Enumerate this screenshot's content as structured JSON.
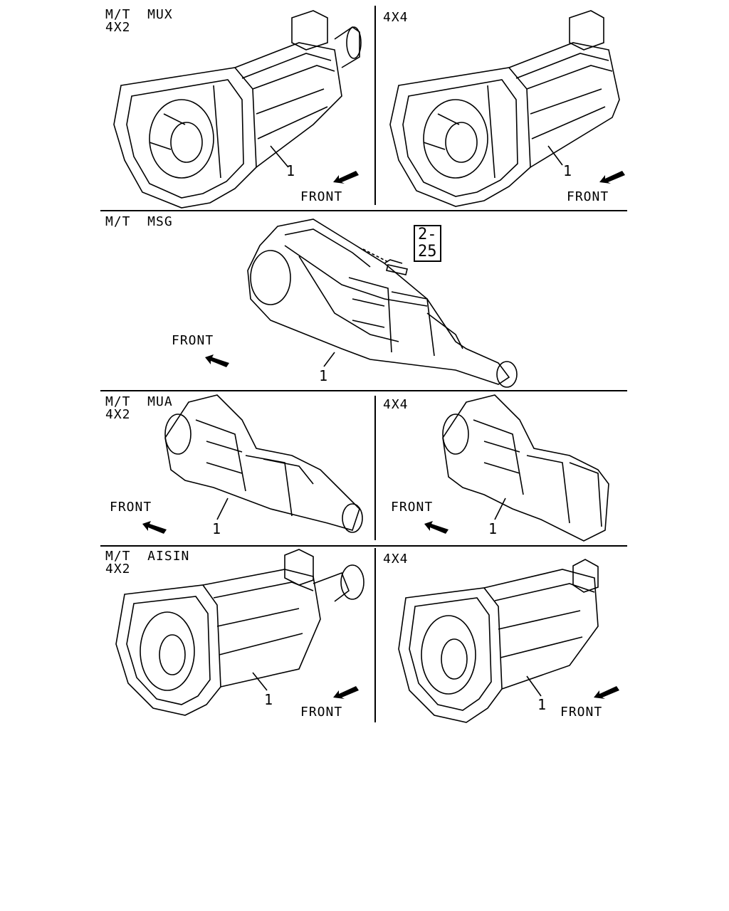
{
  "colors": {
    "ink": "#000000",
    "paper": "#ffffff"
  },
  "panels": [
    {
      "title": "M/T  MUX",
      "subtitle": "4X2",
      "callout": "1",
      "front": "FRONT",
      "arrow": "down-left"
    },
    {
      "title": "4X4",
      "subtitle": "",
      "callout": "1",
      "front": "FRONT",
      "arrow": "down-left"
    },
    {
      "title": "M/T  MSG",
      "subtitle": "",
      "callout": "1",
      "front": "FRONT",
      "arrow": "up-left",
      "ref": "2-25"
    },
    {
      "title": "M/T  MUA",
      "subtitle": "4X2",
      "callout": "1",
      "front": "FRONT",
      "arrow": "up-left"
    },
    {
      "title": "4X4",
      "subtitle": "",
      "callout": "1",
      "front": "FRONT",
      "arrow": "up-left"
    },
    {
      "title": "M/T  AISIN",
      "subtitle": "4X2",
      "callout": "1",
      "front": "FRONT",
      "arrow": "down-left"
    },
    {
      "title": "4X4",
      "subtitle": "",
      "callout": "1",
      "front": "FRONT",
      "arrow": "down-left"
    }
  ]
}
